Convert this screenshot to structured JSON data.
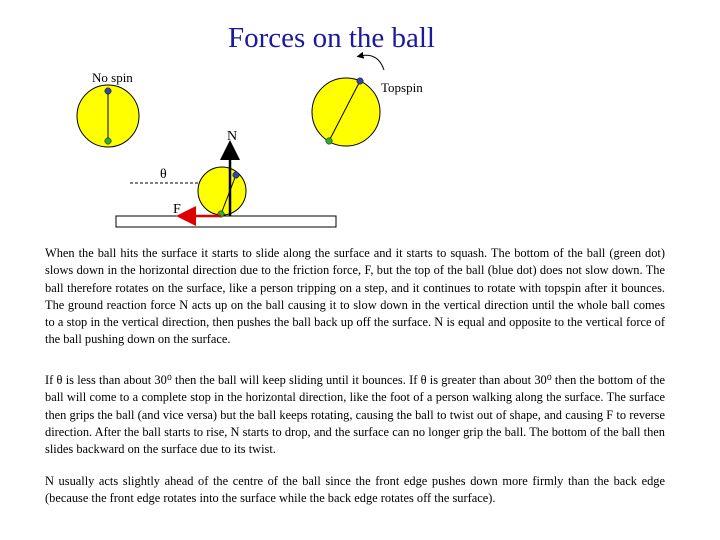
{
  "title": "Forces on the ball",
  "diagram": {
    "label_no_spin": "No spin",
    "label_topspin": "Topspin",
    "label_N": "N",
    "label_theta": "θ",
    "label_F": "F",
    "colors": {
      "ball_fill": "#ffff00",
      "ball_outline": "#000000",
      "green_dot": "#33aa33",
      "blue_dot": "#3344aa",
      "N_arrow": "#000000",
      "F_arrow": "#dd0000"
    }
  },
  "paragraphs": [
    "When the ball hits the surface it starts to slide along the surface and it starts to squash. The bottom of the ball (green dot) slows down in the horizontal direction due to the friction force, F, but the top of the ball (blue dot) does not slow down. The ball therefore rotates on the surface, like a person tripping on a step, and it continues to rotate with topspin after it bounces. The ground reaction force N acts up on the ball causing it to slow down in the vertical direction until the whole ball  comes to a stop in the vertical direction, then pushes the ball back up off the surface. N is equal and opposite to the vertical force of the ball pushing down on the surface.",
    "If θ is less than about 30⁰ then the ball will keep sliding until it bounces. If θ is greater than about 30⁰ then the bottom of the ball will come to a complete stop in the horizontal direction, like the foot of a person walking along the surface. The surface then grips the ball (and vice versa) but the ball keeps rotating, causing the ball to twist out of shape, and causing F to reverse direction. After the ball starts to rise, N starts to drop, and the surface can no longer grip the ball. The bottom of the ball then slides backward on the surface due to its twist.",
    "N usually acts slightly ahead of the centre of the ball since the front edge pushes down more firmly than the back edge (because the front edge rotates into the surface while the back edge rotates off the surface)."
  ]
}
